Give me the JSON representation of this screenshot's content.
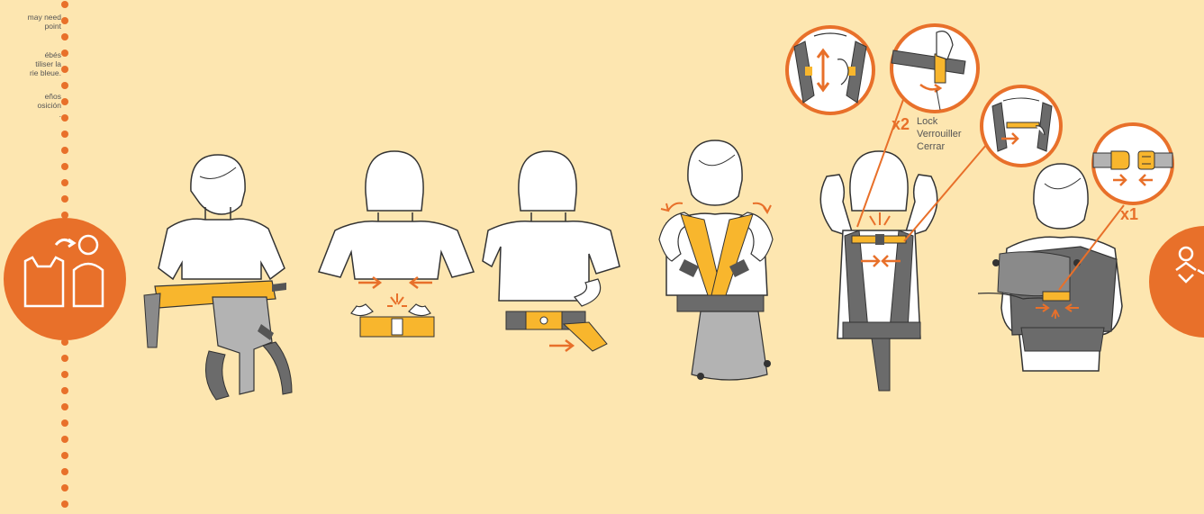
{
  "colors": {
    "background": "#fde6b0",
    "accent_orange": "#e8702a",
    "carrier_yellow": "#f8b62d",
    "carrier_grey": "#6b6b6b",
    "carrier_light_grey": "#b3b3b3",
    "line": "#333333"
  },
  "left_notes": {
    "lines_en": [
      "may need",
      "point"
    ],
    "lines_fr": [
      "ébés",
      "tiliser la",
      "rie bleue."
    ],
    "lines_es": [
      "eños",
      "osición",
      "."
    ]
  },
  "icons": {
    "start_badge": "carrier-to-parent-icon",
    "end_badge": "baby-icon"
  },
  "steps": [
    {
      "id": "step-1",
      "description_icon": "waist-belt-fasten-icon"
    },
    {
      "id": "step-2",
      "description_icon": "waist-buckle-center-icon"
    },
    {
      "id": "step-3",
      "description_icon": "waist-belt-tighten-icon"
    },
    {
      "id": "step-4",
      "description_icon": "shoulder-straps-on-icon"
    },
    {
      "id": "step-5",
      "description_icon": "back-buckle-icon"
    },
    {
      "id": "step-6",
      "description_icon": "side-buckle-icon"
    }
  ],
  "callouts": {
    "lock_count": "x2",
    "lock_labels": [
      "Lock",
      "Verrouiller",
      "Cerrar"
    ],
    "side_count": "x1"
  }
}
